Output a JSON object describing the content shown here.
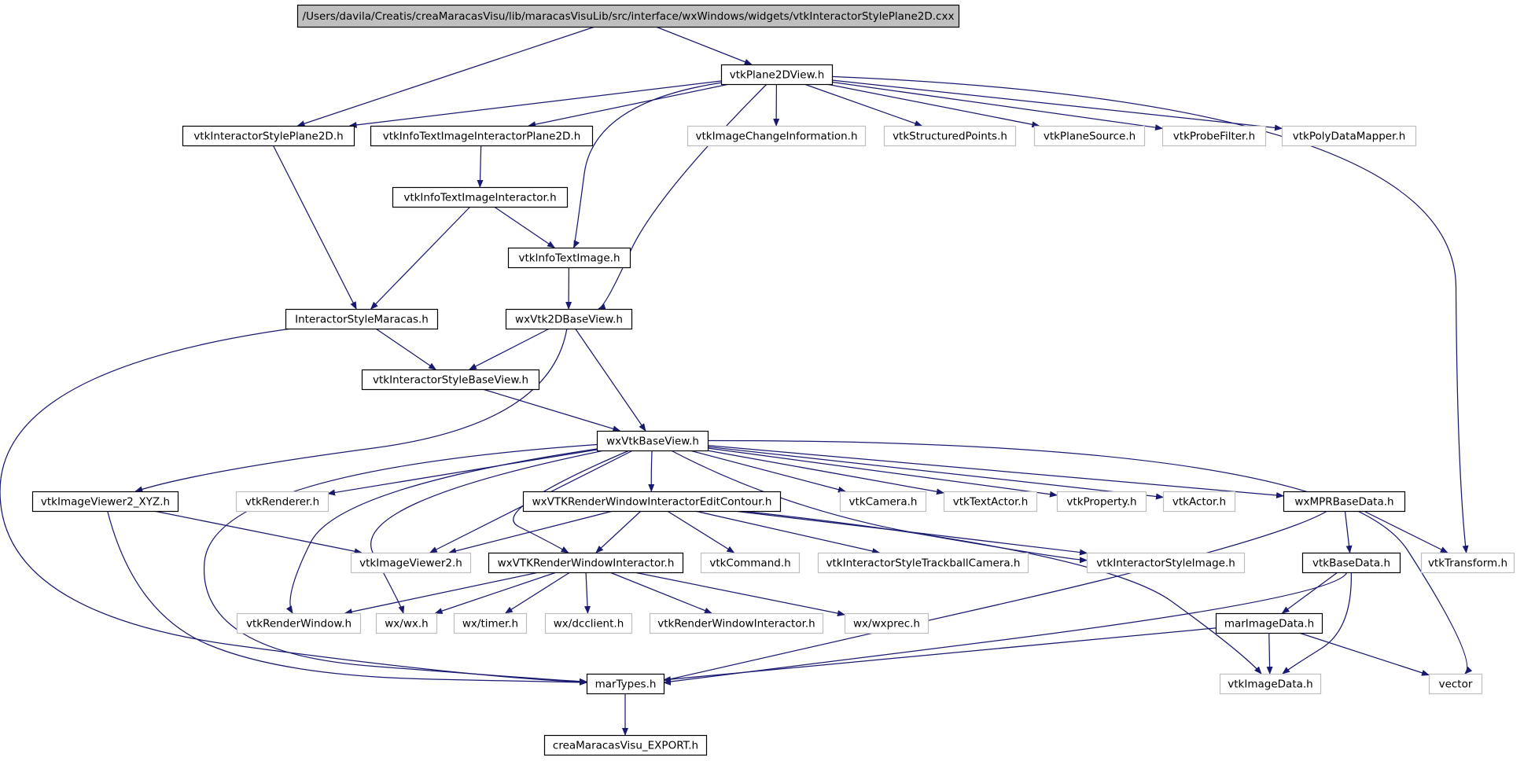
{
  "colors": {
    "edge": "#191970",
    "root_fill": "#bfbfbf",
    "root_border": "#000000",
    "local_border": "#000000",
    "external_border": "#bfbfbf",
    "background": "#ffffff"
  },
  "nodes": [
    {
      "id": "root",
      "label": "/Users/davila/Creatis/creaMaracasVisu/lib/maracasVisuLib/src/interface/wxWindows/widgets/vtkInteractorStylePlane2D.cxx",
      "kind": "root"
    },
    {
      "id": "plane2dview",
      "label": "vtkPlane2DView.h",
      "kind": "local"
    },
    {
      "id": "styleplane2d",
      "label": "vtkInteractorStylePlane2D.h",
      "kind": "local"
    },
    {
      "id": "infotextplane",
      "label": "vtkInfoTextImageInteractorPlane2D.h",
      "kind": "local"
    },
    {
      "id": "imagechangeinfo",
      "label": "vtkImageChangeInformation.h",
      "kind": "external"
    },
    {
      "id": "structuredpoints",
      "label": "vtkStructuredPoints.h",
      "kind": "external"
    },
    {
      "id": "planesource",
      "label": "vtkPlaneSource.h",
      "kind": "external"
    },
    {
      "id": "probefilter",
      "label": "vtkProbeFilter.h",
      "kind": "external"
    },
    {
      "id": "polydatamapper",
      "label": "vtkPolyDataMapper.h",
      "kind": "external"
    },
    {
      "id": "infotextinteractor",
      "label": "vtkInfoTextImageInteractor.h",
      "kind": "local"
    },
    {
      "id": "infotextimage",
      "label": "vtkInfoTextImage.h",
      "kind": "local"
    },
    {
      "id": "stylemaracas",
      "label": "InteractorStyleMaracas.h",
      "kind": "local"
    },
    {
      "id": "wxvtk2d",
      "label": "wxVtk2DBaseView.h",
      "kind": "local"
    },
    {
      "id": "stylebaseview",
      "label": "vtkInteractorStyleBaseView.h",
      "kind": "local"
    },
    {
      "id": "wxvtkbaseview",
      "label": "wxVtkBaseView.h",
      "kind": "local"
    },
    {
      "id": "imageviewerxyz",
      "label": "vtkImageViewer2_XYZ.h",
      "kind": "local"
    },
    {
      "id": "renderer",
      "label": "vtkRenderer.h",
      "kind": "external"
    },
    {
      "id": "editcontour",
      "label": "wxVTKRenderWindowInteractorEditContour.h",
      "kind": "local"
    },
    {
      "id": "camera",
      "label": "vtkCamera.h",
      "kind": "external"
    },
    {
      "id": "textactor",
      "label": "vtkTextActor.h",
      "kind": "external"
    },
    {
      "id": "property",
      "label": "vtkProperty.h",
      "kind": "external"
    },
    {
      "id": "actor",
      "label": "vtkActor.h",
      "kind": "external"
    },
    {
      "id": "mprbasedata",
      "label": "wxMPRBaseData.h",
      "kind": "local"
    },
    {
      "id": "imageviewer2",
      "label": "vtkImageViewer2.h",
      "kind": "external"
    },
    {
      "id": "rwi",
      "label": "wxVTKRenderWindowInteractor.h",
      "kind": "local"
    },
    {
      "id": "command",
      "label": "vtkCommand.h",
      "kind": "external"
    },
    {
      "id": "trackball",
      "label": "vtkInteractorStyleTrackballCamera.h",
      "kind": "external"
    },
    {
      "id": "styleimage",
      "label": "vtkInteractorStyleImage.h",
      "kind": "external"
    },
    {
      "id": "basedata",
      "label": "vtkBaseData.h",
      "kind": "local"
    },
    {
      "id": "transform",
      "label": "vtkTransform.h",
      "kind": "external"
    },
    {
      "id": "renderwindow",
      "label": "vtkRenderWindow.h",
      "kind": "external"
    },
    {
      "id": "wxwx",
      "label": "wx/wx.h",
      "kind": "external"
    },
    {
      "id": "wxtimer",
      "label": "wx/timer.h",
      "kind": "external"
    },
    {
      "id": "wxdcclient",
      "label": "wx/dcclient.h",
      "kind": "external"
    },
    {
      "id": "vtkrwi",
      "label": "vtkRenderWindowInteractor.h",
      "kind": "external"
    },
    {
      "id": "wxprec",
      "label": "wx/wxprec.h",
      "kind": "external"
    },
    {
      "id": "marimagedata",
      "label": "marImageData.h",
      "kind": "local"
    },
    {
      "id": "martypes",
      "label": "marTypes.h",
      "kind": "local"
    },
    {
      "id": "vtkimagedata",
      "label": "vtkImageData.h",
      "kind": "external"
    },
    {
      "id": "vector",
      "label": "vector",
      "kind": "external"
    },
    {
      "id": "export",
      "label": "creaMaracasVisu_EXPORT.h",
      "kind": "local"
    }
  ],
  "edges": [
    {
      "from": "root",
      "to": "plane2dview"
    },
    {
      "from": "root",
      "to": "styleplane2d"
    },
    {
      "from": "plane2dview",
      "to": "styleplane2d"
    },
    {
      "from": "plane2dview",
      "to": "infotextplane"
    },
    {
      "from": "plane2dview",
      "to": "imagechangeinfo"
    },
    {
      "from": "plane2dview",
      "to": "structuredpoints"
    },
    {
      "from": "plane2dview",
      "to": "planesource"
    },
    {
      "from": "plane2dview",
      "to": "probefilter"
    },
    {
      "from": "plane2dview",
      "to": "polydatamapper"
    },
    {
      "from": "plane2dview",
      "to": "infotextimage"
    },
    {
      "from": "plane2dview",
      "to": "wxvtk2d"
    },
    {
      "from": "plane2dview",
      "to": "transform"
    },
    {
      "from": "styleplane2d",
      "to": "stylemaracas"
    },
    {
      "from": "infotextplane",
      "to": "infotextinteractor"
    },
    {
      "from": "infotextinteractor",
      "to": "stylemaracas"
    },
    {
      "from": "infotextinteractor",
      "to": "infotextimage"
    },
    {
      "from": "infotextimage",
      "to": "wxvtk2d"
    },
    {
      "from": "stylemaracas",
      "to": "stylebaseview"
    },
    {
      "from": "stylemaracas",
      "to": "martypes"
    },
    {
      "from": "wxvtk2d",
      "to": "stylebaseview"
    },
    {
      "from": "wxvtk2d",
      "to": "wxvtkbaseview"
    },
    {
      "from": "wxvtk2d",
      "to": "imageviewerxyz"
    },
    {
      "from": "stylebaseview",
      "to": "wxvtkbaseview"
    },
    {
      "from": "wxvtkbaseview",
      "to": "renderer"
    },
    {
      "from": "wxvtkbaseview",
      "to": "editcontour"
    },
    {
      "from": "wxvtkbaseview",
      "to": "camera"
    },
    {
      "from": "wxvtkbaseview",
      "to": "textactor"
    },
    {
      "from": "wxvtkbaseview",
      "to": "property"
    },
    {
      "from": "wxvtkbaseview",
      "to": "actor"
    },
    {
      "from": "wxvtkbaseview",
      "to": "mprbasedata"
    },
    {
      "from": "wxvtkbaseview",
      "to": "imageviewer2"
    },
    {
      "from": "wxvtkbaseview",
      "to": "rwi"
    },
    {
      "from": "wxvtkbaseview",
      "to": "renderwindow"
    },
    {
      "from": "wxvtkbaseview",
      "to": "wxwx"
    },
    {
      "from": "wxvtkbaseview",
      "to": "martypes"
    },
    {
      "from": "wxvtkbaseview",
      "to": "styleimage"
    },
    {
      "from": "wxvtkbaseview",
      "to": "vector"
    },
    {
      "from": "imageviewerxyz",
      "to": "imageviewer2"
    },
    {
      "from": "imageviewerxyz",
      "to": "martypes"
    },
    {
      "from": "editcontour",
      "to": "imageviewer2"
    },
    {
      "from": "editcontour",
      "to": "rwi"
    },
    {
      "from": "editcontour",
      "to": "command"
    },
    {
      "from": "editcontour",
      "to": "trackball"
    },
    {
      "from": "editcontour",
      "to": "styleimage"
    },
    {
      "from": "editcontour",
      "to": "vtkimagedata"
    },
    {
      "from": "rwi",
      "to": "renderwindow"
    },
    {
      "from": "rwi",
      "to": "wxwx"
    },
    {
      "from": "rwi",
      "to": "wxtimer"
    },
    {
      "from": "rwi",
      "to": "wxdcclient"
    },
    {
      "from": "rwi",
      "to": "vtkrwi"
    },
    {
      "from": "rwi",
      "to": "wxprec"
    },
    {
      "from": "mprbasedata",
      "to": "basedata"
    },
    {
      "from": "mprbasedata",
      "to": "transform"
    },
    {
      "from": "mprbasedata",
      "to": "martypes"
    },
    {
      "from": "basedata",
      "to": "marimagedata"
    },
    {
      "from": "basedata",
      "to": "vtkimagedata"
    },
    {
      "from": "basedata",
      "to": "martypes"
    },
    {
      "from": "marimagedata",
      "to": "martypes"
    },
    {
      "from": "marimagedata",
      "to": "vtkimagedata"
    },
    {
      "from": "marimagedata",
      "to": "vector"
    },
    {
      "from": "martypes",
      "to": "export"
    }
  ]
}
